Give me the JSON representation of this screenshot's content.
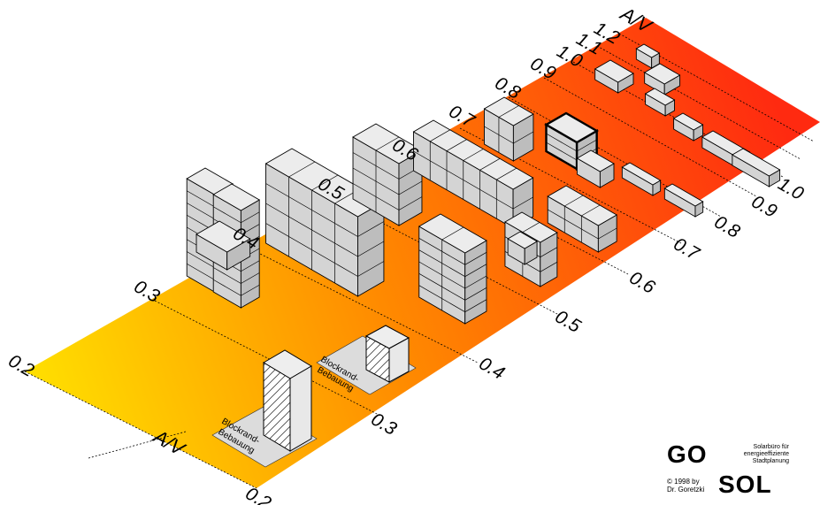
{
  "scale_axis": {
    "label": "A/V",
    "front_values": [
      "0.2",
      "0.3",
      "0.4",
      "0.5",
      "0.6",
      "0.7",
      "0.8",
      "0.9",
      "1.0"
    ],
    "back_values": [
      "0.2",
      "0.3",
      "0.4",
      "0.5",
      "0.6",
      "0.7",
      "0.8",
      "0.9",
      "1.0",
      "1.1",
      "1.2"
    ]
  },
  "annotations": {
    "blockrand_1": "Blockrand-",
    "blockrand_2": "Bebauung"
  },
  "gradient": {
    "low_color": "#ffe000",
    "mid_color": "#ff8a00",
    "high_color": "#ff2a10"
  },
  "logo": {
    "go": "GO",
    "sol": "SOL",
    "subtitle_lines": [
      "Solarbüro für",
      "energieeffiziente",
      "Stadtplanung"
    ],
    "copyright_lines": [
      "© 1998 by",
      "Dr. Goretzki"
    ]
  }
}
